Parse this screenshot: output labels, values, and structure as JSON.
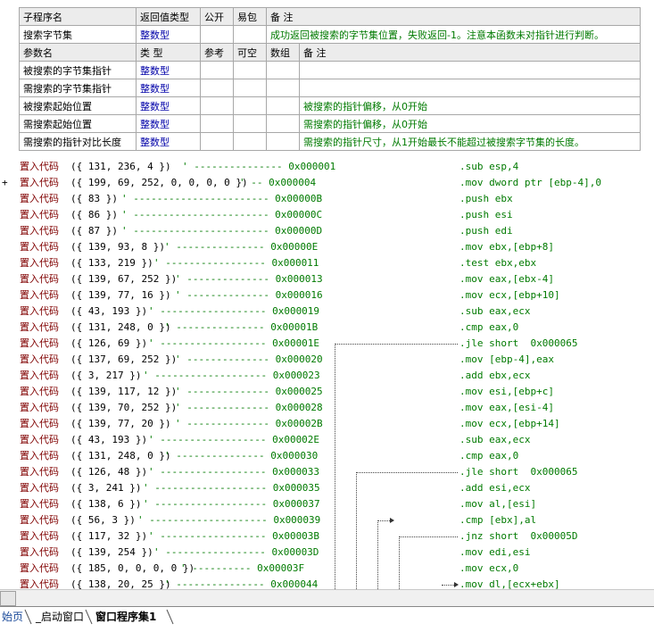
{
  "header": {
    "cols1": [
      "子程序名",
      "返回值类型",
      "公开",
      "易包",
      "备 注"
    ],
    "sub_name": "搜索字节集",
    "sub_type": "整数型",
    "sub_note": "成功返回被搜索的字节集位置，失败返回-1。注意本函数未对指针进行判断。",
    "cols2": [
      "参数名",
      "类 型",
      "参考",
      "可空",
      "数组",
      "备 注"
    ],
    "params": [
      {
        "name": "被搜索的字节集指针",
        "type": "整数型",
        "note": ""
      },
      {
        "name": "需搜索的字节集指针",
        "type": "整数型",
        "note": ""
      },
      {
        "name": "被搜索起始位置",
        "type": "整数型",
        "note": "被搜索的指针偏移，从0开始"
      },
      {
        "name": "需搜索起始位置",
        "type": "整数型",
        "note": "需搜索的指针偏移，从0开始"
      },
      {
        "name": "需搜索的指针对比长度",
        "type": "整数型",
        "note": "需搜索的指针尺寸，从1开始最长不能超过被搜索字节集的长度。"
      }
    ]
  },
  "code": {
    "keyword": "置入代码",
    "lines": [
      {
        "args": "({ 131, 236, 4 })",
        "cmt": "' --------------- 0x000001",
        "asm": ".sub esp,4"
      },
      {
        "args": "({ 199, 69, 252, 0, 0, 0, 0 })",
        "cmt": "' -- 0x000004",
        "asm": ".mov dword ptr [ebp-4],0",
        "plus": "+"
      },
      {
        "args": "({ 83 })",
        "cmt": "' ----------------------- 0x00000B",
        "asm": ".push ebx"
      },
      {
        "args": "({ 86 })",
        "cmt": "' ----------------------- 0x00000C",
        "asm": ".push esi"
      },
      {
        "args": "({ 87 })",
        "cmt": "' ----------------------- 0x00000D",
        "asm": ".push edi"
      },
      {
        "args": "({ 139, 93, 8 })",
        "cmt": "' --------------- 0x00000E",
        "asm": ".mov ebx,[ebp+8]"
      },
      {
        "args": "({ 133, 219 })",
        "cmt": "' ----------------- 0x000011",
        "asm": ".test ebx,ebx"
      },
      {
        "args": "({ 139, 67, 252 })",
        "cmt": "' -------------- 0x000013",
        "asm": ".mov eax,[ebx-4]"
      },
      {
        "args": "({ 139, 77, 16 })",
        "cmt": "' -------------- 0x000016",
        "asm": ".mov ecx,[ebp+10]"
      },
      {
        "args": "({ 43, 193 })",
        "cmt": "' ------------------ 0x000019",
        "asm": ".sub eax,ecx"
      },
      {
        "args": "({ 131, 248, 0 })",
        "cmt": "' --------------- 0x00001B",
        "asm": ".cmp eax,0"
      },
      {
        "args": "({ 126, 69 })",
        "cmt": "' ------------------ 0x00001E",
        "asm": ".jle short  0x000065"
      },
      {
        "args": "({ 137, 69, 252 })",
        "cmt": "' -------------- 0x000020",
        "asm": ".mov [ebp-4],eax"
      },
      {
        "args": "({ 3, 217 })",
        "cmt": "' ------------------- 0x000023",
        "asm": ".add ebx,ecx"
      },
      {
        "args": "({ 139, 117, 12 })",
        "cmt": "' -------------- 0x000025",
        "asm": ".mov esi,[ebp+c]"
      },
      {
        "args": "({ 139, 70, 252 })",
        "cmt": "' -------------- 0x000028",
        "asm": ".mov eax,[esi-4]"
      },
      {
        "args": "({ 139, 77, 20 })",
        "cmt": "' -------------- 0x00002B",
        "asm": ".mov ecx,[ebp+14]"
      },
      {
        "args": "({ 43, 193 })",
        "cmt": "' ------------------ 0x00002E",
        "asm": ".sub eax,ecx"
      },
      {
        "args": "({ 131, 248, 0 })",
        "cmt": "' --------------- 0x000030",
        "asm": ".cmp eax,0"
      },
      {
        "args": "({ 126, 48 })",
        "cmt": "' ------------------ 0x000033",
        "asm": ".jle short  0x000065"
      },
      {
        "args": "({ 3, 241 })",
        "cmt": "' ------------------- 0x000035",
        "asm": ".add esi,ecx"
      },
      {
        "args": "({ 138, 6 })",
        "cmt": "' ------------------- 0x000037",
        "asm": ".mov al,[esi]"
      },
      {
        "args": "({ 56, 3 })",
        "cmt": "' -------------------- 0x000039",
        "asm": ".cmp [ebx],al"
      },
      {
        "args": "({ 117, 32 })",
        "cmt": "' ------------------ 0x00003B",
        "asm": ".jnz short  0x00005D"
      },
      {
        "args": "({ 139, 254 })",
        "cmt": "' ----------------- 0x00003D",
        "asm": ".mov edi,esi"
      },
      {
        "args": "({ 185, 0, 0, 0, 0 })",
        "cmt": "' ---------- 0x00003F",
        "asm": ".mov ecx,0"
      },
      {
        "args": "({ 138, 20, 25 })",
        "cmt": "' --------------- 0x000044",
        "asm": ".mov dl,[ecx+ebx]"
      }
    ]
  },
  "tabs": [
    "始页",
    "_启动窗口",
    "窗口程序集1"
  ]
}
